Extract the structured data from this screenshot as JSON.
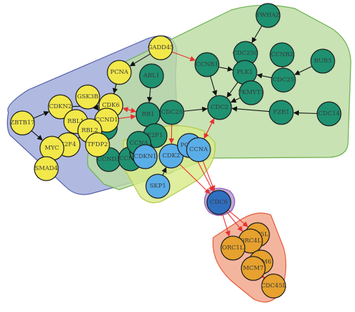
{
  "colors": {
    "cluster_blue": "#9aa6d8",
    "cluster_green": "#bcdca4",
    "cluster_yellow_green": "#d8ea8a",
    "cluster_purple": "#b89ad0",
    "cluster_red": "#f2a88e",
    "node_green": "#1e9170",
    "node_yellow": "#f2e84a",
    "node_light_blue": "#5aaee8",
    "node_dark_blue": "#2f6fbf",
    "node_orange": "#e6a12e",
    "edge_black": "#111111",
    "edge_red": "#e83030"
  },
  "clusters": [
    {
      "id": "blue",
      "color": "cluster_blue"
    },
    {
      "id": "green",
      "color": "cluster_green"
    },
    {
      "id": "yellow-green",
      "color": "cluster_yellow_green"
    },
    {
      "id": "purple",
      "color": "cluster_purple"
    },
    {
      "id": "red",
      "color": "cluster_red"
    }
  ],
  "nodes": [
    {
      "id": "YWHAZ",
      "label": "YWHAZ",
      "color": "node_green"
    },
    {
      "id": "CDC25C",
      "label": "CDC25C",
      "color": "node_green"
    },
    {
      "id": "CCNB2",
      "label": "CCNB2",
      "color": "node_green"
    },
    {
      "id": "BUB3",
      "label": "BUB3",
      "color": "node_green"
    },
    {
      "id": "CCNB1",
      "label": "CCNB1",
      "color": "node_green"
    },
    {
      "id": "PLK1",
      "label": "PLK1",
      "color": "node_green"
    },
    {
      "id": "CDC25",
      "label": "CDC25",
      "color": "node_green"
    },
    {
      "id": "PKMYT1",
      "label": "PKMYT1",
      "color": "node_green"
    },
    {
      "id": "ABL1",
      "label": "ABL1",
      "color": "node_green"
    },
    {
      "id": "CDC2",
      "label": "CDC2",
      "color": "node_green"
    },
    {
      "id": "FZR1",
      "label": "FZR1",
      "color": "node_green"
    },
    {
      "id": "CDC14",
      "label": "CDC14",
      "color": "node_green"
    },
    {
      "id": "CDC25A",
      "label": "CDC25",
      "color": "node_green"
    },
    {
      "id": "RB1",
      "label": "RB1",
      "color": "node_green"
    },
    {
      "id": "E2F1",
      "label": "E2F1",
      "color": "node_green"
    },
    {
      "id": "CCND3",
      "label": "CCND3",
      "color": "node_green"
    },
    {
      "id": "CCND1b",
      "label": "CCND1",
      "color": "node_green"
    },
    {
      "id": "CCNE2",
      "label": "CCNE2",
      "color": "node_green"
    },
    {
      "id": "CDKN1",
      "label": "CDKN1",
      "color": "node_green"
    },
    {
      "id": "CCNA",
      "label": "CCNA",
      "color": "node_green"
    },
    {
      "id": "GADD45",
      "label": "GADD45",
      "color": "node_yellow"
    },
    {
      "id": "PCNA",
      "label": "PCNA",
      "color": "node_yellow"
    },
    {
      "id": "GSK3B",
      "label": "GSK3B",
      "color": "node_yellow"
    },
    {
      "id": "CDKN2",
      "label": "CDKN2",
      "color": "node_yellow"
    },
    {
      "id": "CDK6",
      "label": "CDK6",
      "color": "node_yellow"
    },
    {
      "id": "CCND1",
      "label": "CCND1",
      "color": "node_yellow"
    },
    {
      "id": "ZBTB17",
      "label": "ZBTB17",
      "color": "node_yellow"
    },
    {
      "id": "RBL1",
      "label": "RBL1",
      "color": "node_yellow"
    },
    {
      "id": "RBL2",
      "label": "RBL2",
      "color": "node_yellow"
    },
    {
      "id": "E2F4",
      "label": "E2F4",
      "color": "node_yellow"
    },
    {
      "id": "MYC",
      "label": "MYC",
      "color": "node_yellow"
    },
    {
      "id": "TFDP2",
      "label": "TFDP2",
      "color": "node_yellow"
    },
    {
      "id": "SMAD4",
      "label": "SMAD4",
      "color": "node_yellow"
    },
    {
      "id": "CDK2",
      "label": "CDK2",
      "color": "node_light_blue"
    },
    {
      "id": "CDKN1b",
      "label": "CDKN1",
      "color": "node_light_blue"
    },
    {
      "id": "SKP1",
      "label": "SKP1",
      "color": "node_light_blue"
    },
    {
      "id": "PCNA2",
      "label": "PCNA",
      "color": "node_light_blue"
    },
    {
      "id": "CCNA2",
      "label": "CCNA",
      "color": "node_light_blue"
    },
    {
      "id": "CDC6",
      "label": "CDC6",
      "color": "node_dark_blue"
    },
    {
      "id": "ORC5L",
      "label": "ORC5L",
      "color": "node_orange"
    },
    {
      "id": "ORC4L",
      "label": "ORC4L",
      "color": "node_orange"
    },
    {
      "id": "ORC1L",
      "label": "ORC1L",
      "color": "node_orange"
    },
    {
      "id": "MCM6",
      "label": "MCM6",
      "color": "node_orange"
    },
    {
      "id": "MCM7",
      "label": "MCM7",
      "color": "node_orange"
    },
    {
      "id": "CDC45L",
      "label": "CDC45L",
      "color": "node_orange"
    }
  ],
  "edges": [
    {
      "from": "YWHAZ",
      "to": "CDC25C",
      "color": "edge_black"
    },
    {
      "from": "CCNB2",
      "to": "CDC25",
      "color": "edge_black"
    },
    {
      "from": "BUB3",
      "to": "CDC25",
      "color": "edge_black"
    },
    {
      "from": "CDC25C",
      "to": "PLK1",
      "color": "edge_black"
    },
    {
      "from": "CCNB1",
      "to": "PLK1",
      "color": "edge_black"
    },
    {
      "from": "CCNB1",
      "to": "CDC2",
      "color": "edge_black"
    },
    {
      "from": "PLK1",
      "to": "CDC2",
      "color": "edge_black"
    },
    {
      "from": "PKMYT1",
      "to": "CDC2",
      "color": "edge_black"
    },
    {
      "from": "CDC25",
      "to": "PLK1",
      "color": "edge_black"
    },
    {
      "from": "FZR1",
      "to": "CDC2",
      "color": "edge_black"
    },
    {
      "from": "CDC14",
      "to": "FZR1",
      "color": "edge_black"
    },
    {
      "from": "CDC25A",
      "to": "CDC2",
      "color": "edge_black"
    },
    {
      "from": "ABL1",
      "to": "RB1",
      "color": "edge_black"
    },
    {
      "from": "GADD45",
      "to": "PCNA",
      "color": "edge_black"
    },
    {
      "from": "GADD45",
      "to": "CCNB1",
      "color": "edge_red"
    },
    {
      "from": "PCNA",
      "to": "CDK6",
      "color": "edge_black"
    },
    {
      "from": "CDK6",
      "to": "RB1",
      "color": "edge_red"
    },
    {
      "from": "GSK3B",
      "to": "CCND1",
      "color": "edge_black"
    },
    {
      "from": "CDKN2",
      "to": "CDK6",
      "color": "edge_black"
    },
    {
      "from": "ZBTB17",
      "to": "CDKN2",
      "color": "edge_black"
    },
    {
      "from": "ZBTB17",
      "to": "MYC",
      "color": "edge_black"
    },
    {
      "from": "RBL1",
      "to": "E2F4",
      "color": "edge_black"
    },
    {
      "from": "RBL2",
      "to": "E2F4",
      "color": "edge_black"
    },
    {
      "from": "E2F4",
      "to": "MYC",
      "color": "edge_black"
    },
    {
      "from": "SMAD4",
      "to": "MYC",
      "color": "edge_black"
    },
    {
      "from": "RB1",
      "to": "E2F1",
      "color": "edge_black"
    },
    {
      "from": "CDC25A",
      "to": "CDK2",
      "color": "edge_red"
    },
    {
      "from": "CDC2",
      "to": "CCNA2",
      "color": "edge_red"
    },
    {
      "from": "CCNA2",
      "to": "CDC2",
      "color": "edge_red"
    },
    {
      "from": "SKP1",
      "to": "CDK2",
      "color": "edge_black"
    },
    {
      "from": "CDK2",
      "to": "CDC6",
      "color": "edge_red"
    },
    {
      "from": "PCNA2",
      "to": "CDC6",
      "color": "edge_red"
    },
    {
      "from": "CCNA2",
      "to": "CDC6",
      "color": "edge_red"
    },
    {
      "from": "CDC6",
      "to": "ORC5L",
      "color": "edge_red"
    },
    {
      "from": "CDC6",
      "to": "ORC4L",
      "color": "edge_red"
    },
    {
      "from": "CDC6",
      "to": "ORC1L",
      "color": "edge_red"
    },
    {
      "from": "ORC4L",
      "to": "MCM6",
      "color": "edge_black"
    },
    {
      "from": "ORC5L",
      "to": "MCM6",
      "color": "edge_black"
    },
    {
      "from": "MCM6",
      "to": "MCM7",
      "color": "edge_black"
    },
    {
      "from": "MCM7",
      "to": "CDC45L",
      "color": "edge_red"
    },
    {
      "from": "CDC45L",
      "to": "MCM7",
      "color": "edge_red"
    },
    {
      "from": "TFDP2",
      "to": "CCND3",
      "color": "edge_red"
    },
    {
      "from": "CCND1",
      "to": "RB1",
      "color": "edge_red"
    },
    {
      "from": "RB1",
      "to": "CDK6",
      "color": "edge_red"
    }
  ]
}
